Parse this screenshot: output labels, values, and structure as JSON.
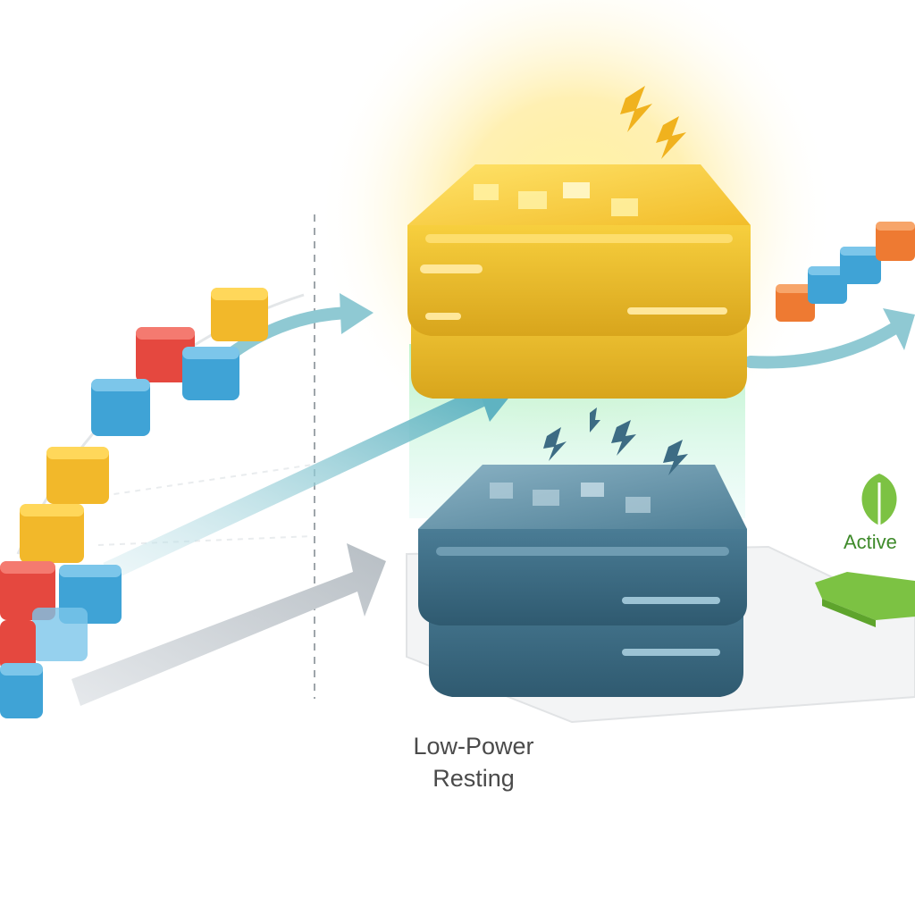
{
  "labels": {
    "low_power_line1": "Low-Power",
    "low_power_line2": "Resting",
    "active": "Active"
  },
  "icons": {
    "sparks_top": "lightning-bolt-icon",
    "sparks_middle": "lightning-bolt-icon",
    "leaf": "leaf-icon"
  },
  "colors": {
    "active_block": "#f2c12e",
    "resting_block": "#3f6e87",
    "energy_beam": "#8ee6b0",
    "flow_arrow": "#7fc4cf",
    "leaf_green": "#7cc243",
    "cube_red": "#e5483f",
    "cube_blue": "#3fa3d6",
    "cube_yellow": "#f2b82a",
    "cube_orange": "#ee7a32"
  }
}
